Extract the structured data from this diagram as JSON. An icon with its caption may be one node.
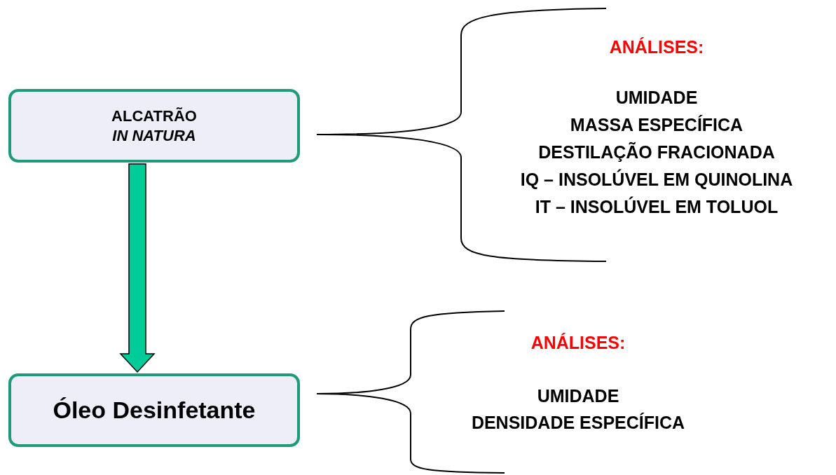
{
  "diagram": {
    "nodes": [
      {
        "text": [
          "ALCATRÃO *IN NATURA*"
        ]
      },
      {
        "text": [
          "Óleo Desinfetante"
        ]
      }
    ],
    "edges": [
      {
        "from": 0,
        "to": 1,
        "arrow": "to"
      }
    ],
    "labels": [
      "ANÁLISES:",
      "UMIDADE",
      "MASSA ESPECÍFICA",
      "DESTILAÇÃO FRACIONADA",
      "IQ – INSOLÚVEL EM QUINOLINA",
      "IT – INSOLÚVEL EM TOLUOL",
      "ANÁLISES:",
      "UMIDADE",
      "DENSIDADE ESPECÍFICA"
    ]
  }
}
